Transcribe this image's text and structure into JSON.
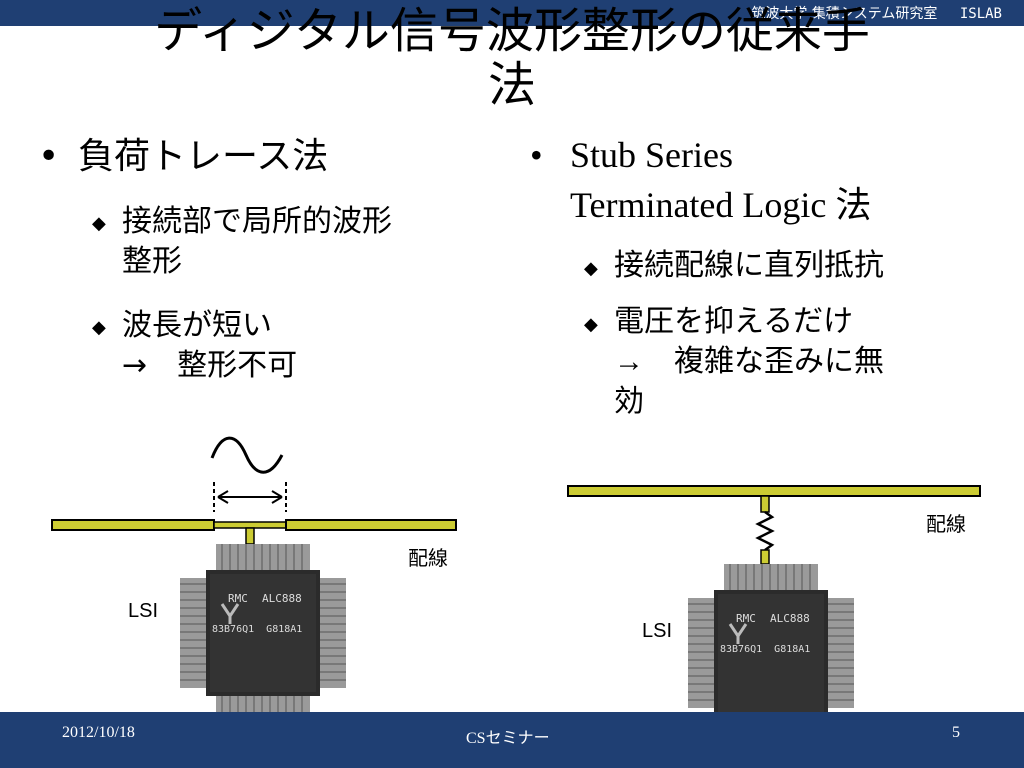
{
  "header": {
    "affiliation": "筑波大学 集積システム研究室",
    "lab": "ISLAB"
  },
  "title": "ディジタル信号波形整形の従来手\n法",
  "left": {
    "heading": "負荷トレース法",
    "items": [
      "接続部で局所的波形\n整形",
      "波長が短い\n→　整形不可"
    ],
    "labels": {
      "wire": "配線",
      "lsi": "LSI"
    }
  },
  "right": {
    "heading": "Stub Series\nTerminated Logic 法",
    "items": [
      "接続配線に直列抵抗",
      "電圧を抑えるだけ\n→　複雑な歪みに無\n効"
    ],
    "labels": {
      "wire": "配線",
      "lsi": "LSI"
    }
  },
  "chip": {
    "brand": "RMC",
    "model": "ALC888",
    "code": "83B76Q1  G818A1"
  },
  "footer": {
    "date": "2012/10/18",
    "center": "CSセミナー",
    "page": "5"
  },
  "colors": {
    "bar": "#1f3f73",
    "wire_fill": "#cccc33",
    "wire_stroke": "#000000"
  }
}
